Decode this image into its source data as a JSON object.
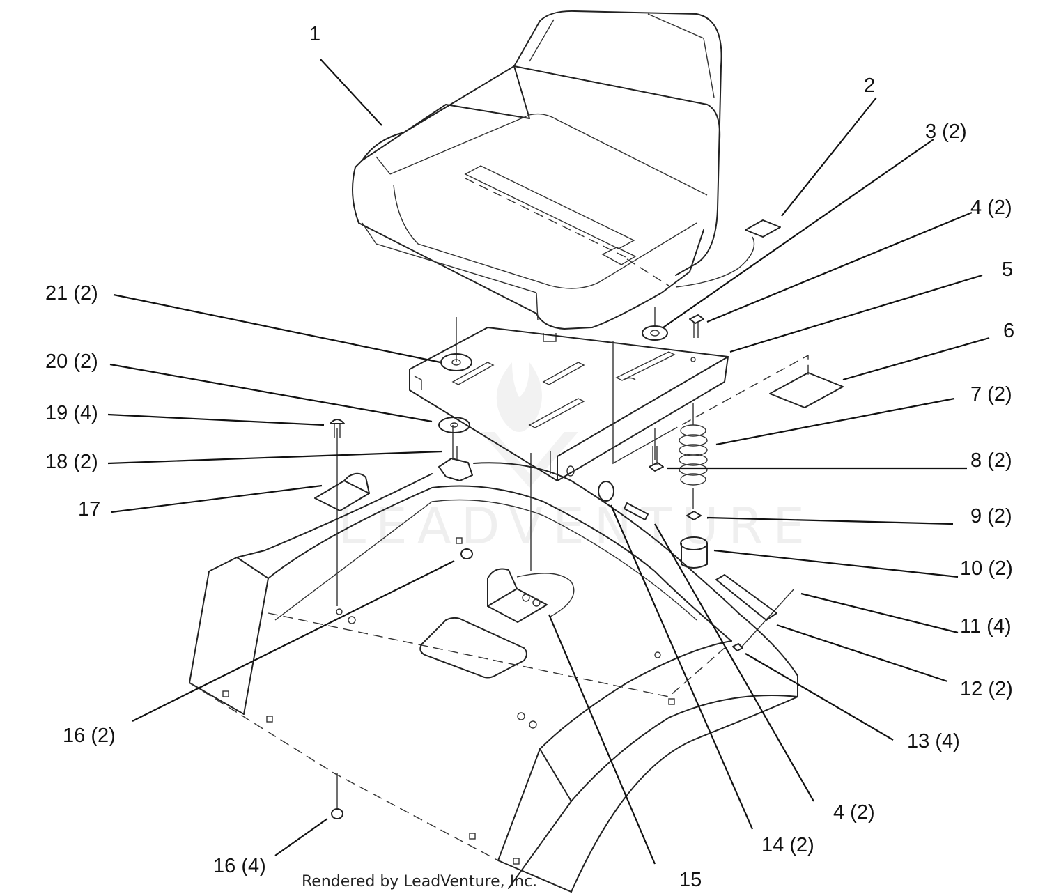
{
  "callouts": [
    {
      "id": "c1",
      "label": "1"
    },
    {
      "id": "c2",
      "label": "2"
    },
    {
      "id": "c3",
      "label": "3 (2)"
    },
    {
      "id": "c4",
      "label": "4 (2)"
    },
    {
      "id": "c5",
      "label": "5"
    },
    {
      "id": "c6",
      "label": "6"
    },
    {
      "id": "c7",
      "label": "7 (2)"
    },
    {
      "id": "c8",
      "label": "8 (2)"
    },
    {
      "id": "c9",
      "label": "9 (2)"
    },
    {
      "id": "c10",
      "label": "10 (2)"
    },
    {
      "id": "c11",
      "label": "11 (4)"
    },
    {
      "id": "c12",
      "label": "12 (2)"
    },
    {
      "id": "c13",
      "label": "13 (4)"
    },
    {
      "id": "c4b",
      "label": "4 (2)"
    },
    {
      "id": "c14",
      "label": "14 (2)"
    },
    {
      "id": "c15",
      "label": "15"
    },
    {
      "id": "c16a",
      "label": "16 (2)"
    },
    {
      "id": "c16b",
      "label": "16 (4)"
    },
    {
      "id": "c17",
      "label": "17"
    },
    {
      "id": "c18",
      "label": "18 (2)"
    },
    {
      "id": "c19",
      "label": "19 (4)"
    },
    {
      "id": "c20",
      "label": "20 (2)"
    },
    {
      "id": "c21",
      "label": "21 (2)"
    }
  ],
  "credit": "Rendered by LeadVenture, Inc.",
  "watermark": "LEADVENTURE"
}
